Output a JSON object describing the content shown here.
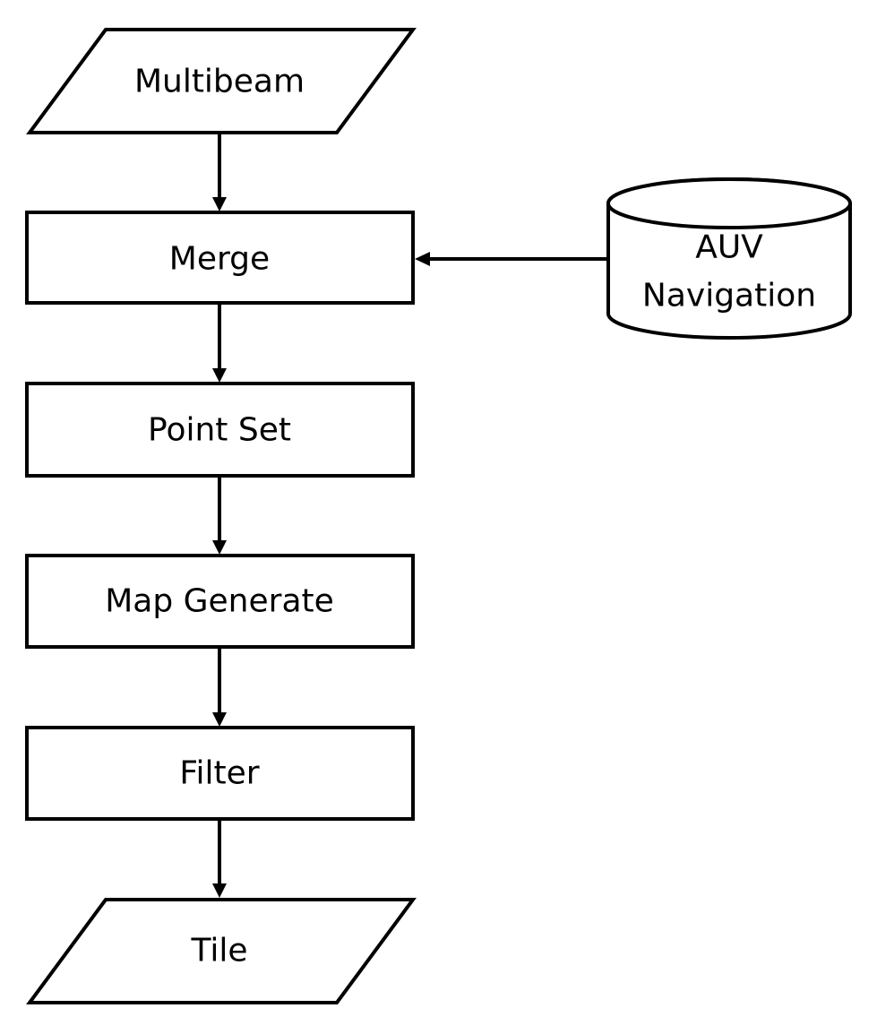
{
  "diagram": {
    "nodes": {
      "multibeam": {
        "label": "Multibeam",
        "shape": "parallelogram",
        "kind": "input"
      },
      "merge": {
        "label": "Merge",
        "shape": "rectangle",
        "kind": "process"
      },
      "auv_navigation": {
        "label_line1": "AUV",
        "label_line2": "Navigation",
        "shape": "cylinder",
        "kind": "data-store"
      },
      "point_set": {
        "label": "Point Set",
        "shape": "rectangle",
        "kind": "process"
      },
      "map_generate": {
        "label": "Map Generate",
        "shape": "rectangle",
        "kind": "process"
      },
      "filter": {
        "label": "Filter",
        "shape": "rectangle",
        "kind": "process"
      },
      "tile": {
        "label": "Tile",
        "shape": "parallelogram",
        "kind": "output"
      }
    },
    "edges": [
      {
        "from": "multibeam",
        "to": "merge"
      },
      {
        "from": "auv_navigation",
        "to": "merge"
      },
      {
        "from": "merge",
        "to": "point_set"
      },
      {
        "from": "point_set",
        "to": "map_generate"
      },
      {
        "from": "map_generate",
        "to": "filter"
      },
      {
        "from": "filter",
        "to": "tile"
      }
    ],
    "colors": {
      "stroke": "#000000",
      "fill": "#ffffff",
      "text": "#000000"
    }
  }
}
